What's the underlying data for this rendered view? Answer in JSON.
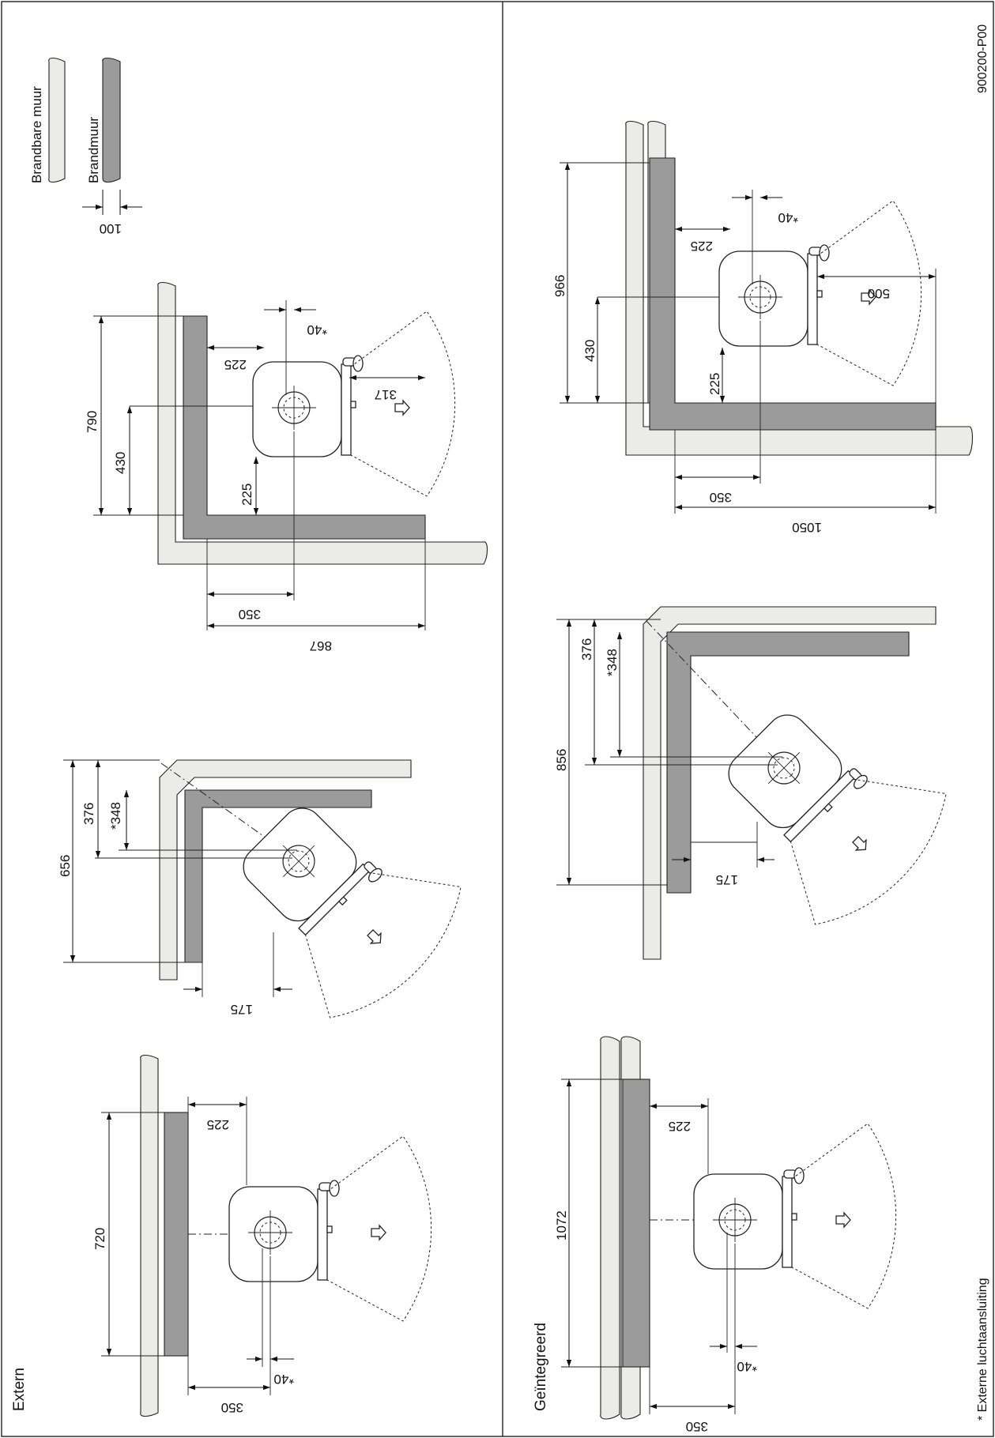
{
  "drawing_code": "900200-P00",
  "legend": {
    "combustible_wall": "Brandbare muur",
    "firewall": "Brandmuur",
    "thickness": "100"
  },
  "footnote": "* Externe luchtaansluiting",
  "sections": {
    "external": "Extern",
    "integrated": "Geïntegreerd"
  },
  "dims": {
    "ext_flat_width": "720",
    "ext_flat_rear": "225",
    "ext_flat_side": "350",
    "ext_flat_air": "*40",
    "ext_corner_total": "656",
    "ext_corner_376": "376",
    "ext_corner_348": "*348",
    "ext_corner_175": "175",
    "ext_l_790": "790",
    "ext_l_430": "430",
    "ext_l_225a": "225",
    "ext_l_225b": "225",
    "ext_l_350": "350",
    "ext_l_867": "867",
    "ext_l_317": "317",
    "ext_l_air": "*40",
    "int_flat_width": "1072",
    "int_flat_rear": "225",
    "int_flat_side": "350",
    "int_flat_air": "*40",
    "int_corner_total": "856",
    "int_corner_376": "376",
    "int_corner_348": "*348",
    "int_corner_175": "175",
    "int_l_966": "966",
    "int_l_430": "430",
    "int_l_225a": "225",
    "int_l_225b": "225",
    "int_l_350": "350",
    "int_l_1050": "1050",
    "int_l_500": "500",
    "int_l_air": "*40"
  }
}
